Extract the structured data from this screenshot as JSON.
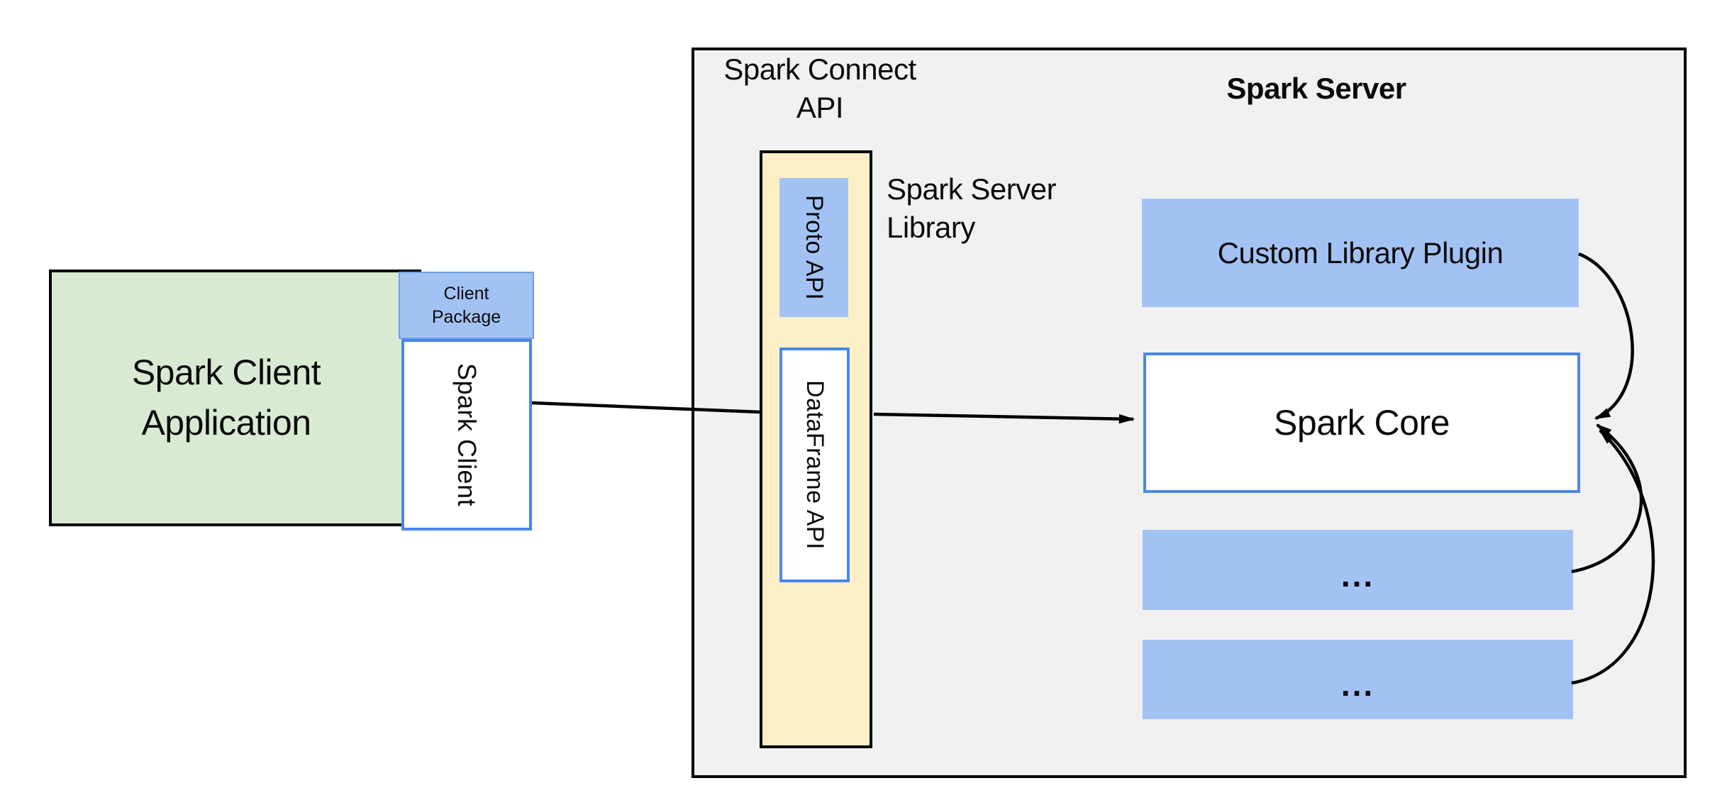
{
  "colors": {
    "panel_bg": "#f1f1f2",
    "box_blue": "#a3c2f4",
    "border_blue": "#4a86e8",
    "box_green": "#d9ead3",
    "bar_yellow": "#fcefc5",
    "connector_black": "#000000"
  },
  "client_app": {
    "line1": "Spark Client",
    "line2": "Application"
  },
  "client_package": {
    "line1": "Client",
    "line2": "Package"
  },
  "spark_client_box": {
    "label": "Spark Client"
  },
  "connect_panel": {
    "header_line1": "Spark Connect",
    "header_line2": "API",
    "library_line1": "Spark Server",
    "library_line2": "Library"
  },
  "bar": {
    "proto_label": "Proto API",
    "dataframe_label": "DataFrame API"
  },
  "server": {
    "title": "Spark Server",
    "plugin_label": "Custom Library Plugin",
    "core_label": "Spark Core",
    "extra1_label": "...",
    "extra2_label": "..."
  }
}
